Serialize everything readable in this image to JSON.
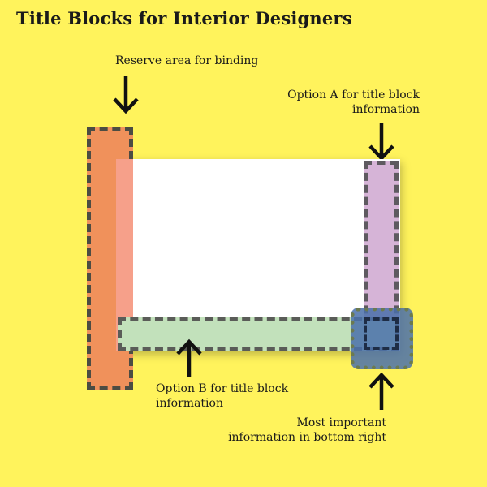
{
  "title": "Title Blocks for Interior Designers",
  "labels": {
    "binding": "Reserve area for binding",
    "option_a_line1": "Option A for title block",
    "option_a_line2": "information",
    "option_b_line1": "Option B for title block",
    "option_b_line2": "information",
    "important_line1": "Most important",
    "important_line2": "information in bottom right"
  },
  "colors": {
    "background": "#fff35c",
    "binding_area": "#f0915b",
    "option_a": "#d6b4d7",
    "option_b": "#c2e1bb",
    "corner": "#4a70aa"
  },
  "icons": {
    "binding_arrow": "arrow-down-icon",
    "option_a_arrow": "arrow-down-icon",
    "option_b_arrow": "arrow-up-icon",
    "corner_arrow": "arrow-up-icon"
  }
}
